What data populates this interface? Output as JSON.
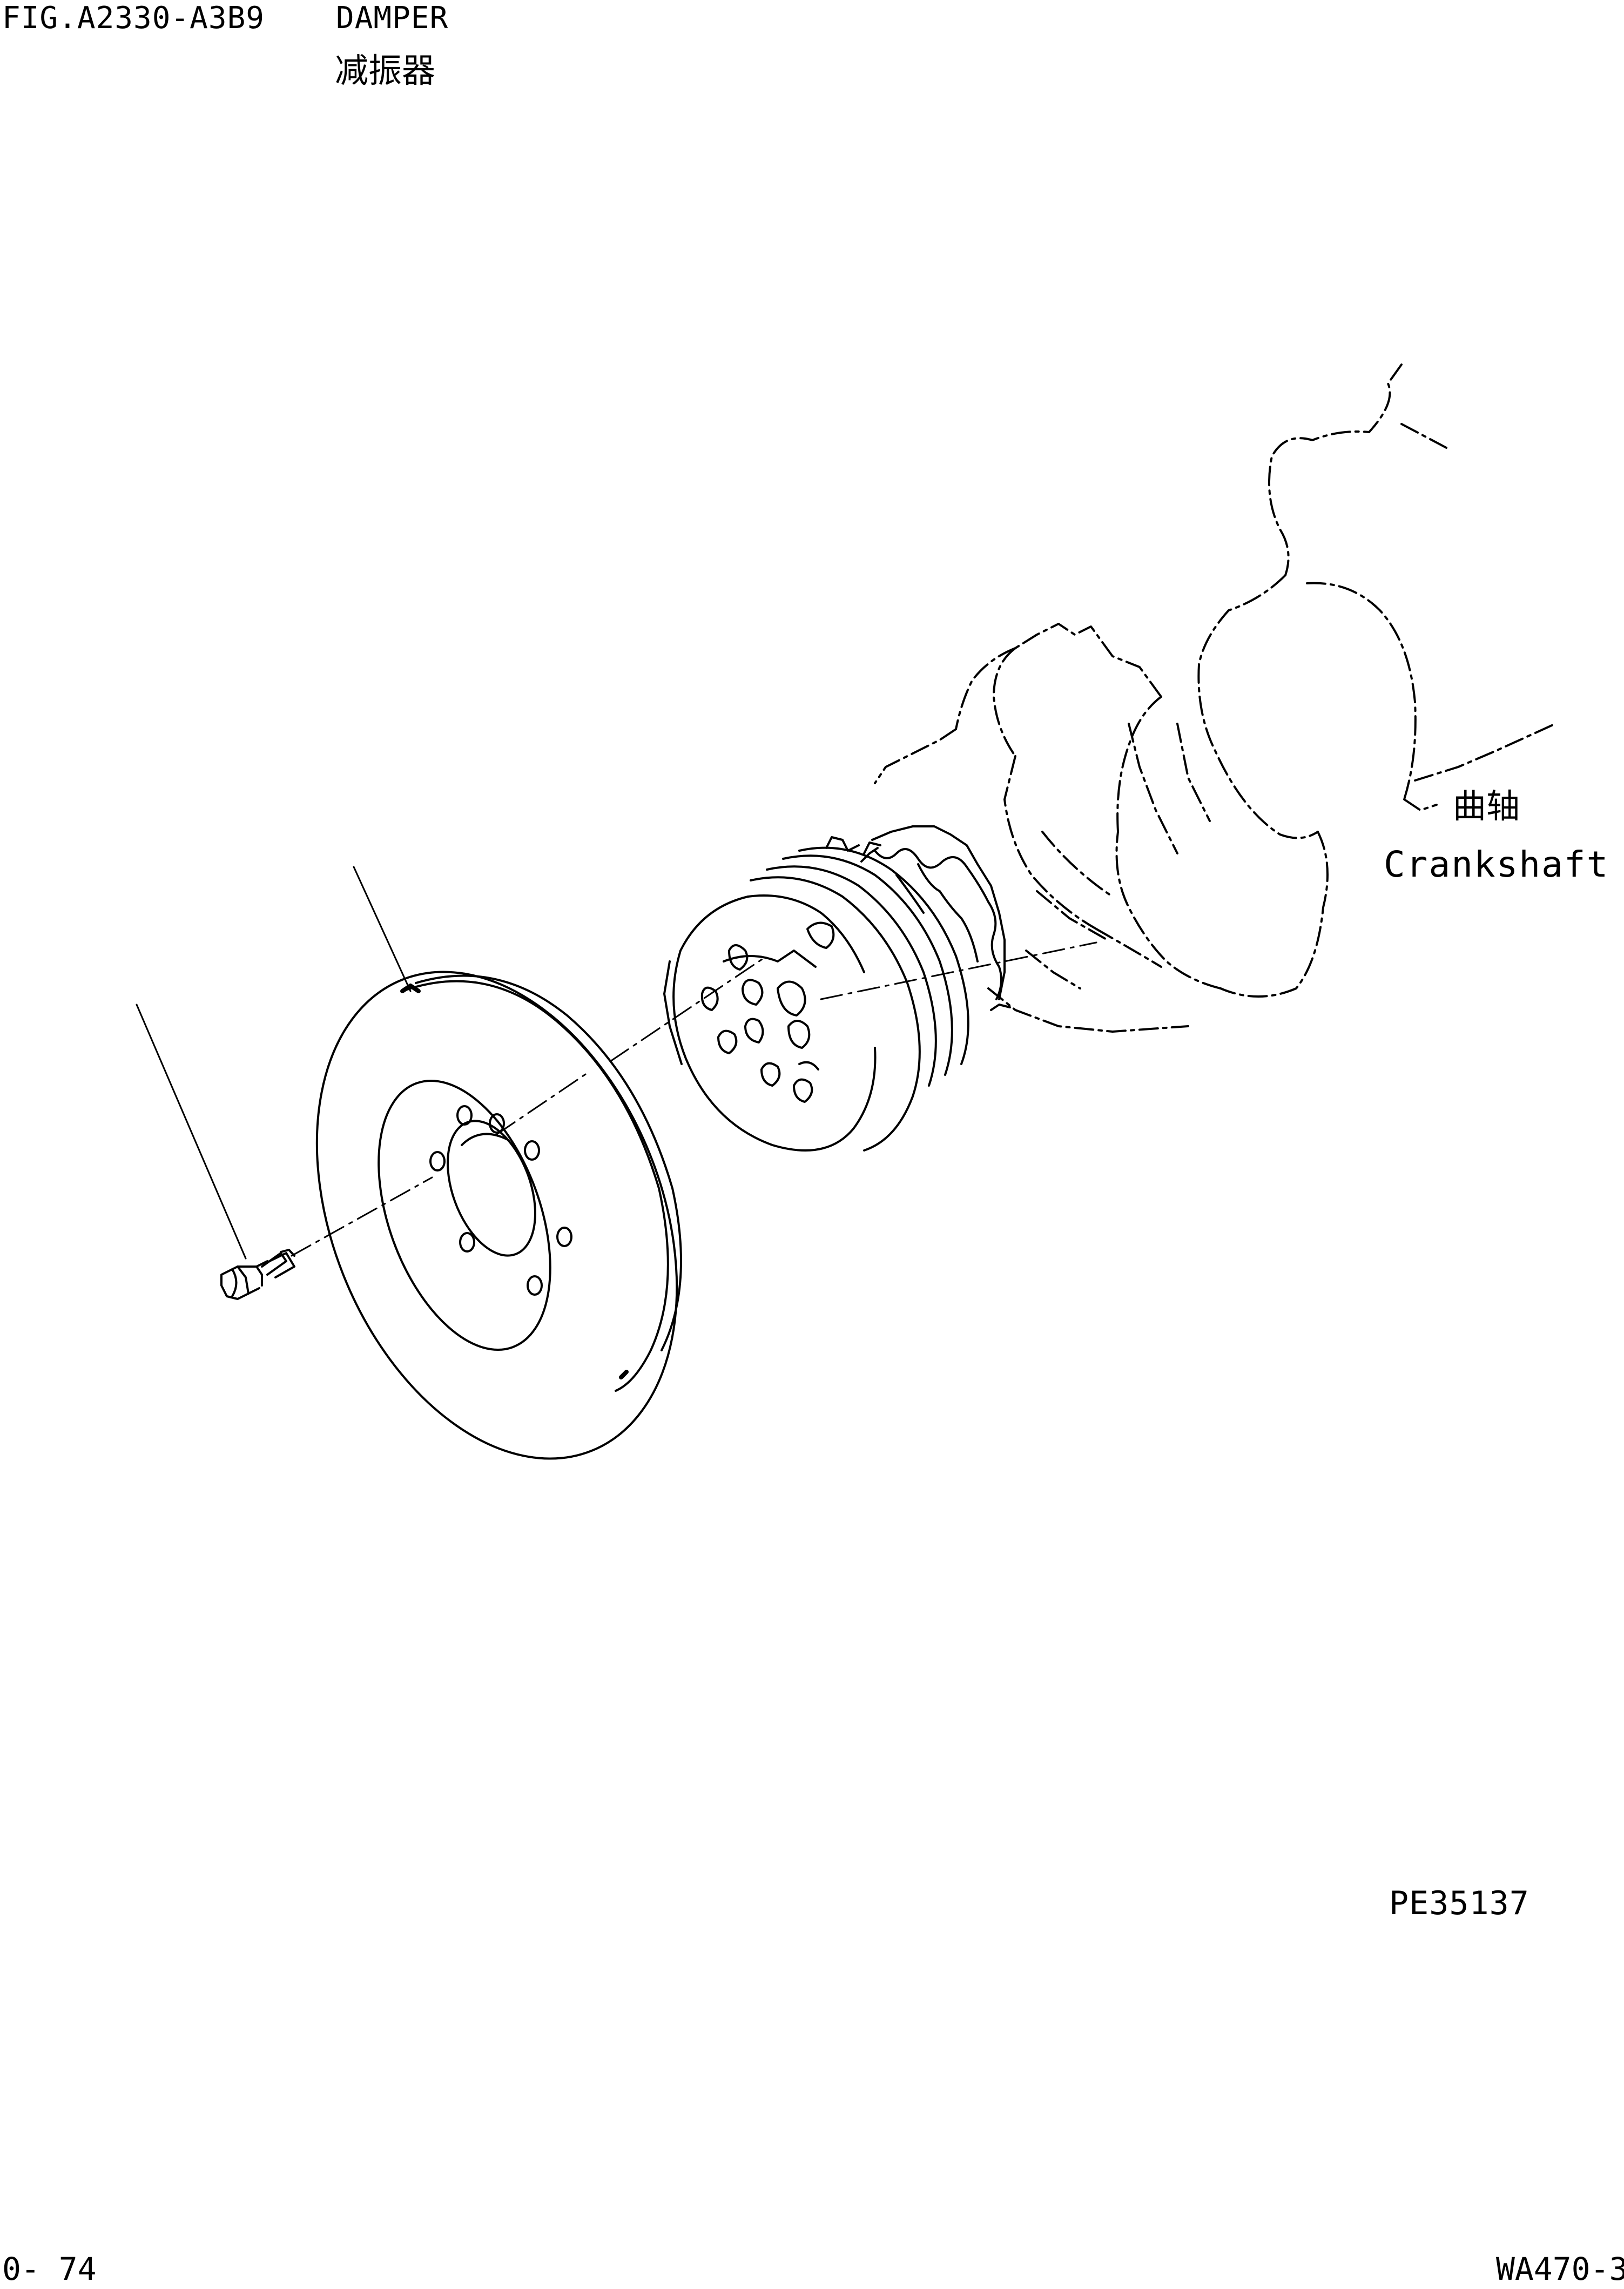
{
  "header": {
    "figure_code": "FIG.A2330-A3B9",
    "title_en": "DAMPER",
    "title_cn": "减振器"
  },
  "callouts": {
    "crankshaft_cn": "曲轴",
    "crankshaft_en": "Crankshaft"
  },
  "drawing_number": "PE35137",
  "footer": {
    "page": "0- 74",
    "model": "WA470-3"
  }
}
